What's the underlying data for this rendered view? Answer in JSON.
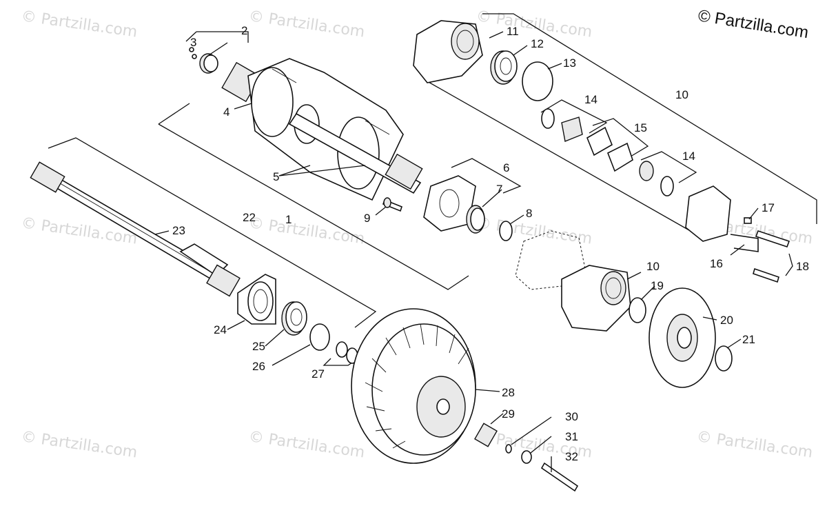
{
  "copyright": "© Partzilla.com",
  "watermark": "© Partzilla.com",
  "callouts": {
    "c1": "1",
    "c2": "2",
    "c3": "3",
    "c4": "4",
    "c5": "5",
    "c6": "6",
    "c7": "7",
    "c8": "8",
    "c9": "9",
    "c10a": "10",
    "c10b": "10",
    "c11": "11",
    "c12": "12",
    "c13": "13",
    "c14a": "14",
    "c14b": "14",
    "c15": "15",
    "c16": "16",
    "c17": "17",
    "c18": "18",
    "c19": "19",
    "c20": "20",
    "c21": "21",
    "c22": "22",
    "c23": "23",
    "c24": "24",
    "c25": "25",
    "c26": "26",
    "c27": "27",
    "c28": "28",
    "c29": "29",
    "c30": "30",
    "c31": "31",
    "c32": "32"
  }
}
